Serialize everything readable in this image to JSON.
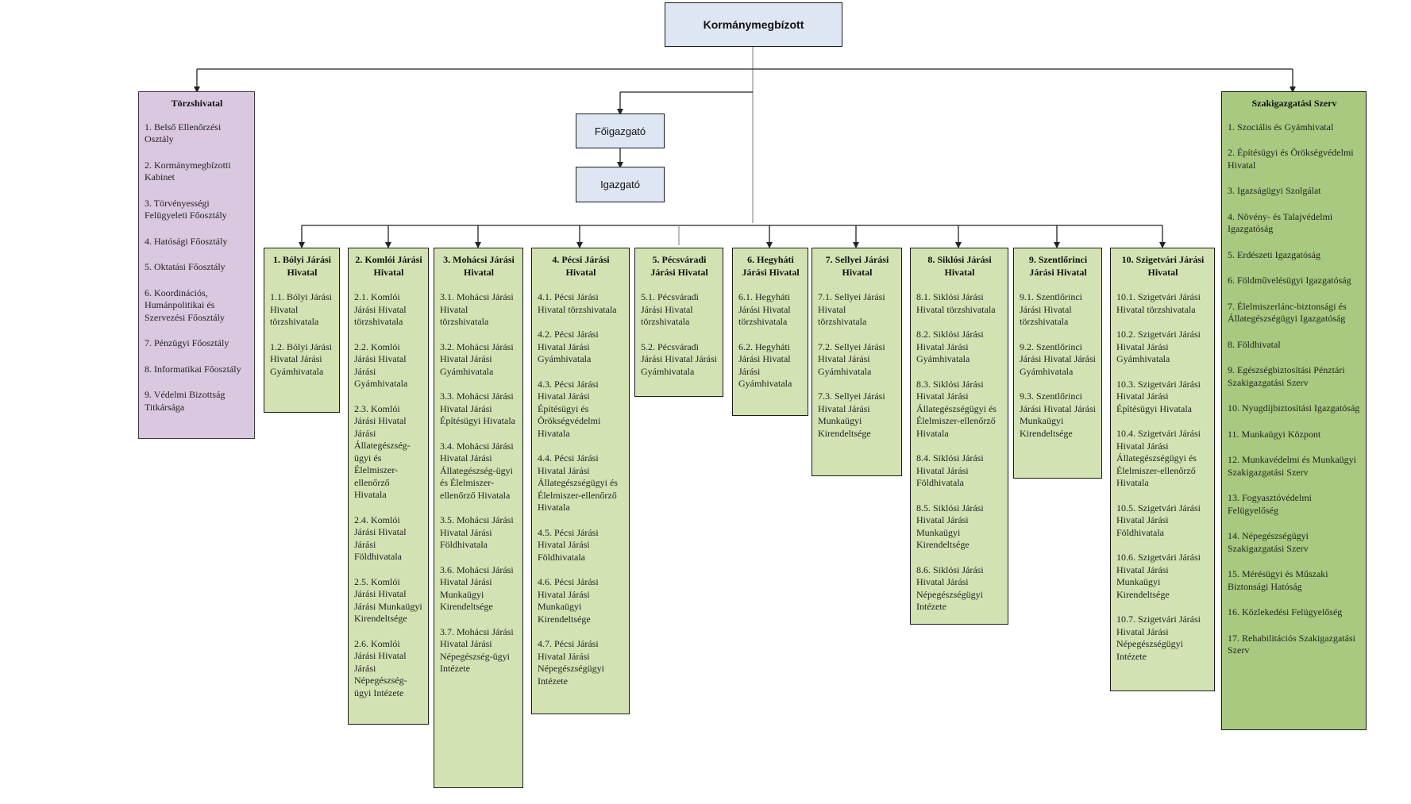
{
  "top": {
    "label": "Kormánymegbízott"
  },
  "mid": {
    "foigazgato": "Főigazgató",
    "igazgato": "Igazgató"
  },
  "torzshivatal": {
    "title": "Törzshivatal",
    "items": [
      "1. Belső Ellenőrzési Osztály",
      "2. Kormánymegbízotti Kabinet",
      "3. Törvényességi Felügyeleti Főosztály",
      "4. Hatósági Főosztály",
      "5. Oktatási Főosztály",
      "6. Koordinációs, Humánpolitikai és Szervezési Főosztály",
      "7. Pénzügyi Főosztály",
      "8. Informatikai Főosztály",
      "9. Védelmi Bizottság Titkársága"
    ]
  },
  "szakigazgatasi": {
    "title": "Szakigazgatási Szerv",
    "items": [
      "1. Szociális és Gyámhivatal",
      "2. Építésügyi és Örökségvédelmi Hivatal",
      "3. Igazságügyi Szolgálat",
      "4. Növény- és Talajvédelmi Igazgatóság",
      "5. Erdészeti Igazgatóság",
      "6. Földművelésügyi Igazgatóság",
      "7. Élelmiszerlánc-biztonsági és Állategészségügyi Igazgatóság",
      "8. Földhivatal",
      "9. Egészségbiztosítási Pénztári Szakigazgatási Szerv",
      "10. Nyugdíjbiztosítási Igazgatóság",
      "11. Munkaügyi Központ",
      "12. Munkavédelmi és Munkaügyi Szakigazgatási Szerv",
      "13. Fogyasztóvédelmi Felügyelőség",
      "14. Népegészségügyi Szakigazgatási Szerv",
      "15. Mérésügyi és Műszaki Biztonsági Hatóság",
      "16. Közlekedési Felügyelőség",
      "17. Rehabilitációs Szakigazgatási Szerv"
    ]
  },
  "jarasok": [
    {
      "title": "1. Bólyi Járási Hivatal",
      "items": [
        "1.1. Bólyi Járási Hivatal törzshivatala",
        "1.2. Bólyi Járási Hivatal Járási Gyámhivatala"
      ]
    },
    {
      "title": "2. Komlói Járási Hivatal",
      "items": [
        "2.1. Komlói Járási Hivatal törzshivatala",
        "2.2. Komlói Járási Hivatal Járási Gyámhivatala",
        "2.3. Komlói Járási Hivatal Járási Állategészség-ügyi és Élelmiszer-ellenőrző Hivatala",
        "2.4. Komlói Járási Hivatal Járási Földhivatala",
        "2.5. Komlói Járási Hivatal Járási Munkaügyi Kirendeltsége",
        "2.6. Komlói Járási Hivatal Járási Népegészség-ügyi Intézete"
      ]
    },
    {
      "title": "3. Mohácsi Járási Hivatal",
      "items": [
        "3.1. Mohácsi Járási Hivatal törzshivatala",
        "3.2. Mohácsi Járási Hivatal Járási Gyámhivatala",
        "3.3. Mohácsi Járási Hivatal Járási Építésügyi Hivatala",
        "3.4. Mohácsi Járási Hivatal Járási Állategészség-ügyi és Élelmiszer-ellenőrző Hivatala",
        "3.5. Mohácsi Járási Hivatal Járási Földhivatala",
        "3.6. Mohácsi Járási Hivatal Járási Munkaügyi Kirendeltsége",
        "3.7. Mohácsi Járási Hivatal Járási Népegészség-ügyi Intézete"
      ]
    },
    {
      "title": "4. Pécsi Járási Hivatal",
      "items": [
        "4.1. Pécsi Járási Hivatal törzshivatala",
        "4.2. Pécsi Járási Hivatal Járási Gyámhivatala",
        "4.3. Pécsi Járási Hivatal Járási Építésügyi és Örökségvédelmi Hivatala",
        "4.4. Pécsi Járási Hivatal Járási Állategészségügyi és Élelmiszer-ellenőrző Hivatala",
        "4.5. Pécsi Járási Hivatal Járási Földhivatala",
        "4.6. Pécsi Járási Hivatal Járási Munkaügyi Kirendeltsége",
        "4.7. Pécsi Járási Hivatal Járási Népegészségügyi Intézete"
      ]
    },
    {
      "title": "5. Pécsváradi Járási Hivatal",
      "items": [
        "5.1. Pécsváradi Járási Hivatal törzshivatala",
        "5.2. Pécsváradi Járási Hivatal Járási Gyámhivatala"
      ]
    },
    {
      "title": "6. Hegyháti Járási Hivatal",
      "items": [
        "6.1. Hegyháti Járási Hivatal törzshivatala",
        "6.2. Hegyháti Járási Hivatal Járási Gyámhivatala"
      ]
    },
    {
      "title": "7. Sellyei Járási Hivatal",
      "items": [
        "7.1. Sellyei Járási Hivatal törzshivatala",
        "7.2. Sellyei Járási Hivatal Járási Gyámhivatala",
        "7.3. Sellyei Járási Hivatal Járási Munkaügyi Kirendeltsége"
      ]
    },
    {
      "title": "8. Siklósi Járási Hivatal",
      "items": [
        "8.1. Siklósi Járási Hivatal törzshivatala",
        "8.2. Siklósi Járási Hivatal Járási Gyámhivatala",
        "8.3. Siklósi Járási Hivatal Járási Állategészségügyi és Élelmiszer-ellenőrző Hivatala",
        "8.4. Siklósi Járási Hivatal Járási Földhivatala",
        "8.5. Siklósi Járási Hivatal Járási Munkaügyi Kirendeltsége",
        "8.6. Siklósi Járási Hivatal Járási Népegészségügyi Intézete"
      ]
    },
    {
      "title": "9. Szentlőrinci Járási Hivatal",
      "items": [
        "9.1. Szentlőrinci Járási Hivatal törzshivatala",
        "9.2. Szentlőrinci Járási Hivatal Járási Gyámhivatala",
        "9.3. Szentlőrinci Járási Hivatal Járási Munkaügyi Kirendeltsége"
      ]
    },
    {
      "title": "10. Szigetvári Járási Hivatal",
      "items": [
        "10.1. Szigetvári Járási Hivatal törzshivatala",
        "10.2. Szigetvári Járási Hivatal Járási Gyámhivatala",
        "10.3. Szigetvári Járási Hivatal Járási Építésügyi Hivatala",
        "10.4. Szigetvári Járási Hivatal Járási Állategészségügyi és Élelmiszer-ellenőrző Hivatala",
        "10.5. Szigetvári Járási Hivatal Járási Földhivatala",
        "10.6. Szigetvári Járási Hivatal Járási Munkaügyi Kirendeltsége",
        "10.7. Szigetvári Járási Hivatal Járási Népegészségügyi Intézete"
      ]
    }
  ]
}
